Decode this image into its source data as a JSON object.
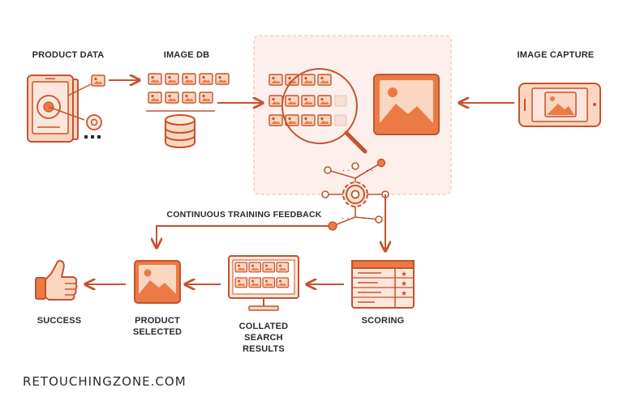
{
  "labels": {
    "product_data": "PRODUCT DATA",
    "image_db": "IMAGE DB",
    "image_capture": "IMAGE CAPTURE",
    "feedback": "CONTINUOUS TRAINING FEEDBACK",
    "success": "SUCCESS",
    "product_selected": "PRODUCT\nSELECTED",
    "collated": "COLLATED\nSEARCH\nRESULTS",
    "scoring": "SCORING"
  },
  "footer": "RETOUCHINGZONE.COM",
  "colors": {
    "stroke": "#c4532e",
    "accent": "#ec7a45",
    "fill_light": "#fbd6c0",
    "panel": "#fdf0ec",
    "text": "#2a2a2a"
  },
  "icons": [
    "tablet-icon",
    "image-thumbnail-icon",
    "database-icon",
    "smartphone-icon",
    "magnifier-icon",
    "gear-network-icon",
    "monitor-icon",
    "scoring-table-icon",
    "thumbs-up-icon"
  ]
}
